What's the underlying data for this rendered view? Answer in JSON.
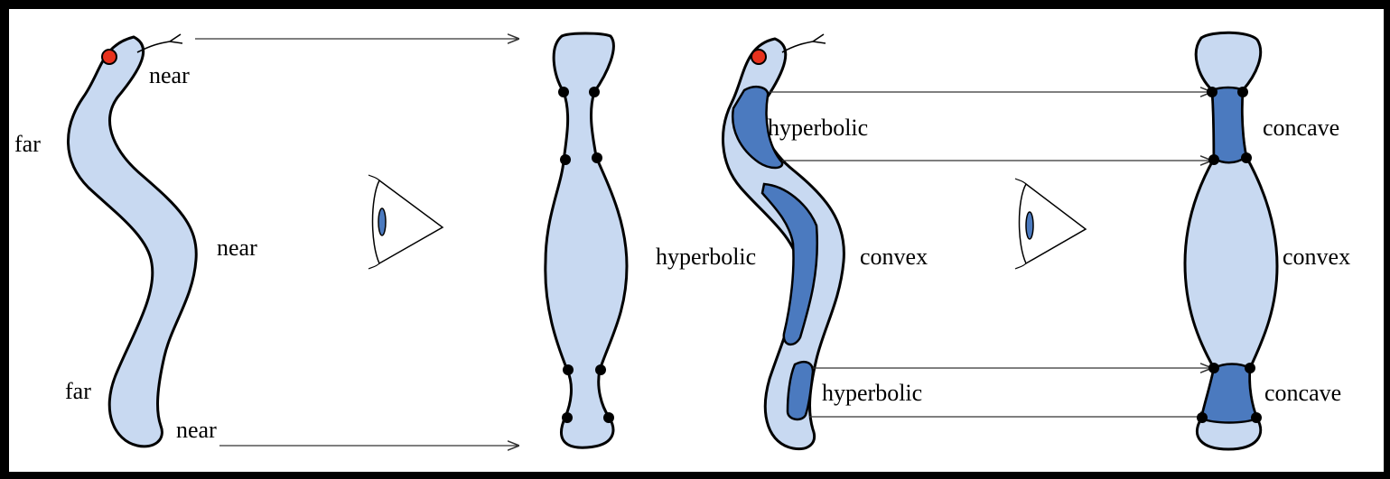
{
  "colors": {
    "light_fill": "#c8d9f1",
    "dark_fill": "#4b7abf",
    "outline": "#000000",
    "eye_dot": "#e8321e",
    "background": "#ffffff",
    "frame": "#000000"
  },
  "labels": {
    "left": {
      "near_top": "near",
      "far_upper": "far",
      "near_middle": "near",
      "far_lower": "far",
      "near_bottom": "near"
    },
    "right": {
      "hyperbolic_top": "hyperbolic",
      "hyperbolic_middle": "hyperbolic",
      "convex_body": "convex",
      "hyperbolic_bottom": "hyperbolic",
      "concave_top": "concave",
      "convex_silhouette": "convex",
      "concave_bottom": "concave"
    }
  }
}
